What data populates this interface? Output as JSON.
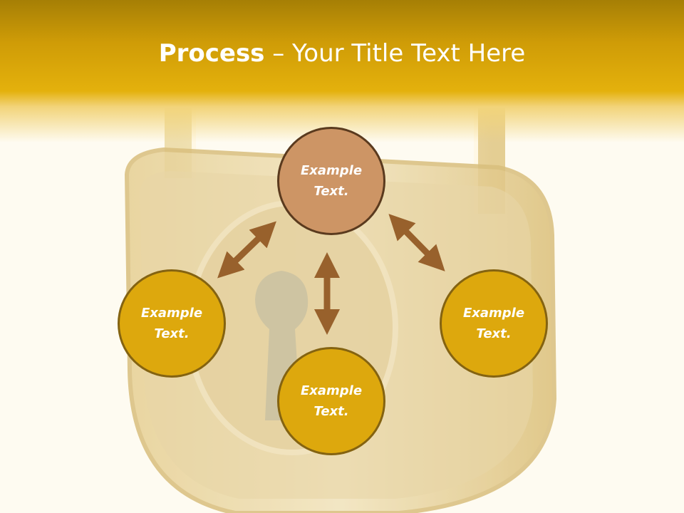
{
  "slide": {
    "title_bold": "Process",
    "title_rest": " – Your Title Text Here"
  },
  "nodes": [
    {
      "id": "top",
      "line1": "Example",
      "line2": "Text.",
      "color": "#cd9565"
    },
    {
      "id": "left",
      "line1": "Example",
      "line2": "Text.",
      "color": "#dda80d"
    },
    {
      "id": "right",
      "line1": "Example",
      "line2": "Text.",
      "color": "#dda80d"
    },
    {
      "id": "bottom",
      "line1": "Example",
      "line2": "Text.",
      "color": "#dda80d"
    }
  ],
  "colors": {
    "title_band": "#e4b10c",
    "background": "#fefbf1",
    "arrow": "#98612c",
    "node_gold": "#dda80d",
    "node_copper": "#cd9565"
  },
  "icons": {
    "background_image": "padlock-illustration",
    "connectors": "double-headed-arrow"
  }
}
